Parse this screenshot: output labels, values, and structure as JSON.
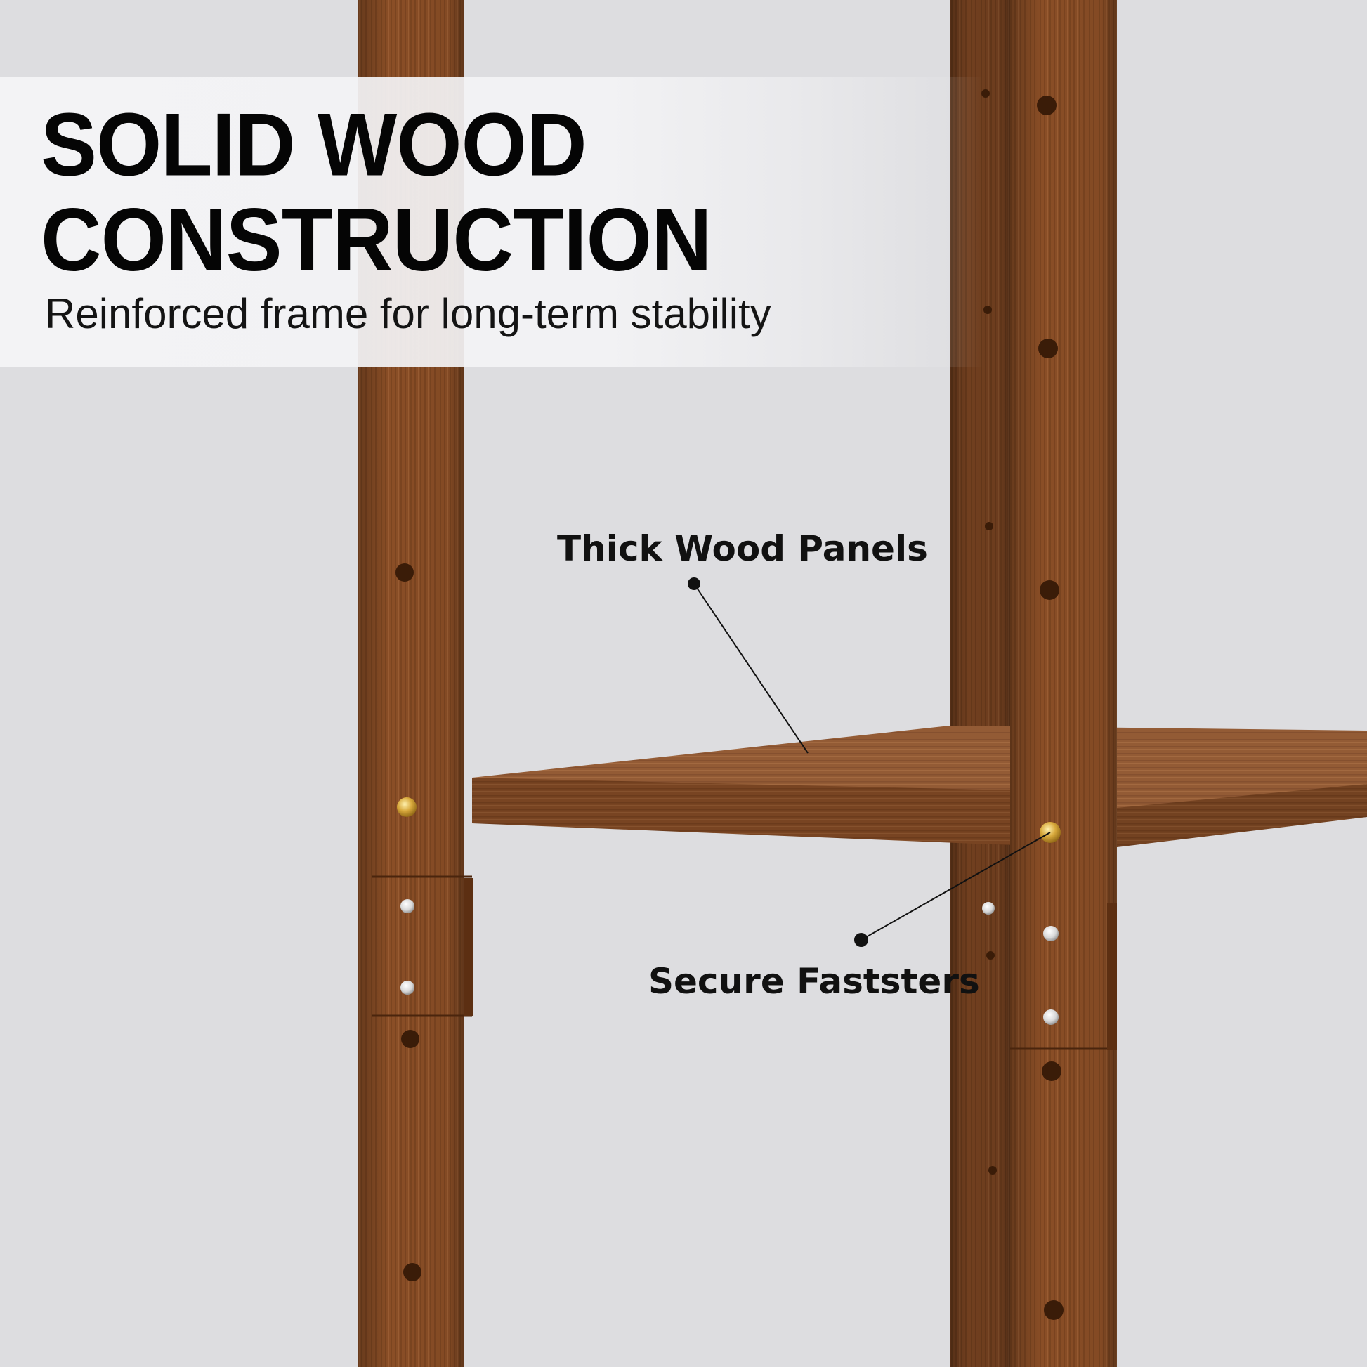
{
  "banner": {
    "title_line1": "SOLID WOOD",
    "title_line2": "CONSTRUCTION",
    "subtitle": "Reinforced frame for long-term stability"
  },
  "callouts": {
    "panels": "Thick Wood Panels",
    "fasteners": "Secure Faststers"
  },
  "colors": {
    "background": "#dddde0",
    "wood": "#8a4e26",
    "brass": "#d8a93c",
    "text": "#050505"
  }
}
